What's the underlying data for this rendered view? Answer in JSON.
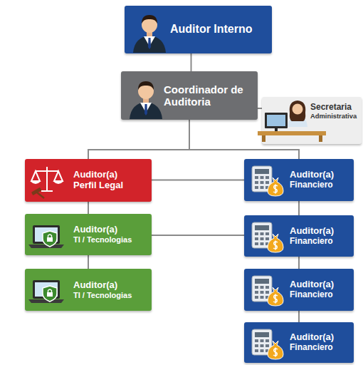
{
  "diagram": {
    "nodes": [
      {
        "text": [
          "Auditor Interno"
        ]
      },
      {
        "text": [
          "Coordinador de Auditoria"
        ]
      },
      {
        "text": [
          "Secretaria",
          "Administrativa"
        ]
      },
      {
        "text": [
          "Auditor(a)",
          "Perfil Legal"
        ]
      },
      {
        "text": [
          "Auditor(a)",
          "TI / Tecnologias"
        ]
      },
      {
        "text": [
          "Auditor(a)",
          "TI / Tecnologias"
        ]
      },
      {
        "text": [
          "Auditor(a)",
          "Financiero"
        ]
      },
      {
        "text": [
          "Auditor(a)",
          "Financiero"
        ]
      },
      {
        "text": [
          "Auditor(a)",
          "Financiero"
        ]
      },
      {
        "text": [
          "Auditor(a)",
          "Financiero"
        ]
      }
    ],
    "edges": [
      {
        "from": 0,
        "to": 1,
        "arrow": "none"
      },
      {
        "from": 1,
        "to": 2,
        "arrow": "none"
      },
      {
        "from": 1,
        "to": 3,
        "arrow": "none"
      },
      {
        "from": 1,
        "to": 6,
        "arrow": "none"
      },
      {
        "from": 3,
        "to": 4,
        "arrow": "none"
      },
      {
        "from": 4,
        "to": 5,
        "arrow": "none"
      },
      {
        "from": 6,
        "to": 7,
        "arrow": "none"
      },
      {
        "from": 7,
        "to": 8,
        "arrow": "none"
      },
      {
        "from": 8,
        "to": 9,
        "arrow": "none"
      },
      {
        "from": 3,
        "to": 6,
        "arrow": "none"
      },
      {
        "from": 4,
        "to": 7,
        "arrow": "none"
      }
    ]
  }
}
